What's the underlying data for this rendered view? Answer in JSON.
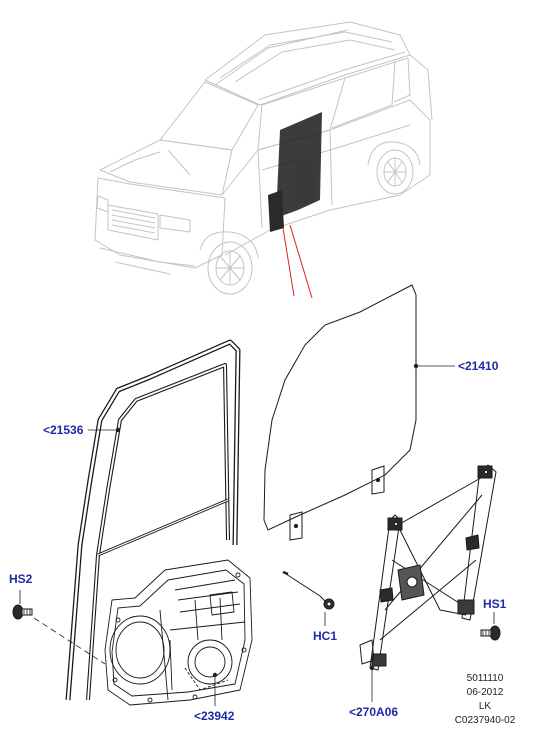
{
  "callouts": {
    "glass": "<21410",
    "run_channel": "<21536",
    "module_panel": "<23942",
    "regulator": "<270A06",
    "screw_hs2": "HS2",
    "screw_hs1": "HS1",
    "connector_hc1": "HC1"
  },
  "meta": {
    "ref_number": "5011110",
    "date": "06-2012",
    "code": "LK",
    "illustration_id": "C0237940-02"
  },
  "colors": {
    "callout_text": "#1f2aa8",
    "leader_line": "#222222",
    "highlight_line": "#e02020",
    "vehicle_outline": "#c4c4c4",
    "part_outline": "#1a1a1a"
  }
}
